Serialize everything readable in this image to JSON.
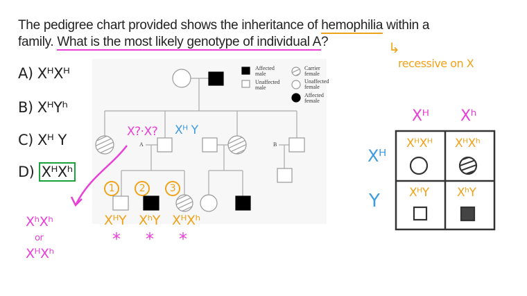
{
  "question": {
    "line1_before": "The pedigree chart provided shows the inheritance of ",
    "line1_highlight": "hemophilia",
    "line1_after": " within a",
    "line2_before": "family. ",
    "line2_highlight": "What is the most likely genotype of individual A",
    "line2_after": "?"
  },
  "note": {
    "arrow": "↳",
    "text": "recessive on X"
  },
  "options": [
    {
      "letter": "A)",
      "genotype": "XᴴXᴴ"
    },
    {
      "letter": "B)",
      "genotype": "XᴴYʰ"
    },
    {
      "letter": "C)",
      "genotype": "Xᴴ Y"
    },
    {
      "letter": "D)",
      "genotype": "XᴴXʰ",
      "selected": true
    }
  ],
  "pedigree": {
    "label_a": "A",
    "label_b": "B",
    "legend": {
      "affected_male": "Affected male",
      "unaffected_male": "Unaffected male",
      "carrier_female": "Carrier female",
      "unaffected_female": "Unaffected female",
      "affected_female": "Affected female"
    }
  },
  "annotations": {
    "a_unknown": "X?·X?",
    "spouse_genotype": "Xᴴ Y",
    "children": [
      {
        "number": "1",
        "genotype": "XᴴY",
        "mark": "*"
      },
      {
        "number": "2",
        "genotype": "XʰY",
        "mark": "*"
      },
      {
        "number": "3",
        "genotype": "XᴴXʰ",
        "mark": "*"
      }
    ],
    "candidate1": "XʰXʰ",
    "or": "or",
    "candidate2": "XᴴXʰ"
  },
  "punnett": {
    "top_headers": [
      "Xᴴ",
      "Xʰ"
    ],
    "side_headers": [
      "Xᴴ",
      "Y"
    ],
    "cells": [
      {
        "genotype": "XᴴXᴴ",
        "symbol": "unaffected-female"
      },
      {
        "genotype": "XᴴXʰ",
        "symbol": "carrier-female"
      },
      {
        "genotype": "XᴴY",
        "symbol": "unaffected-male"
      },
      {
        "genotype": "XʰY",
        "symbol": "affected-male"
      }
    ]
  },
  "colors": {
    "magenta": "#e83fd6",
    "orange": "#f0a21a",
    "blue": "#3d9be0",
    "green": "#1aa33a"
  }
}
